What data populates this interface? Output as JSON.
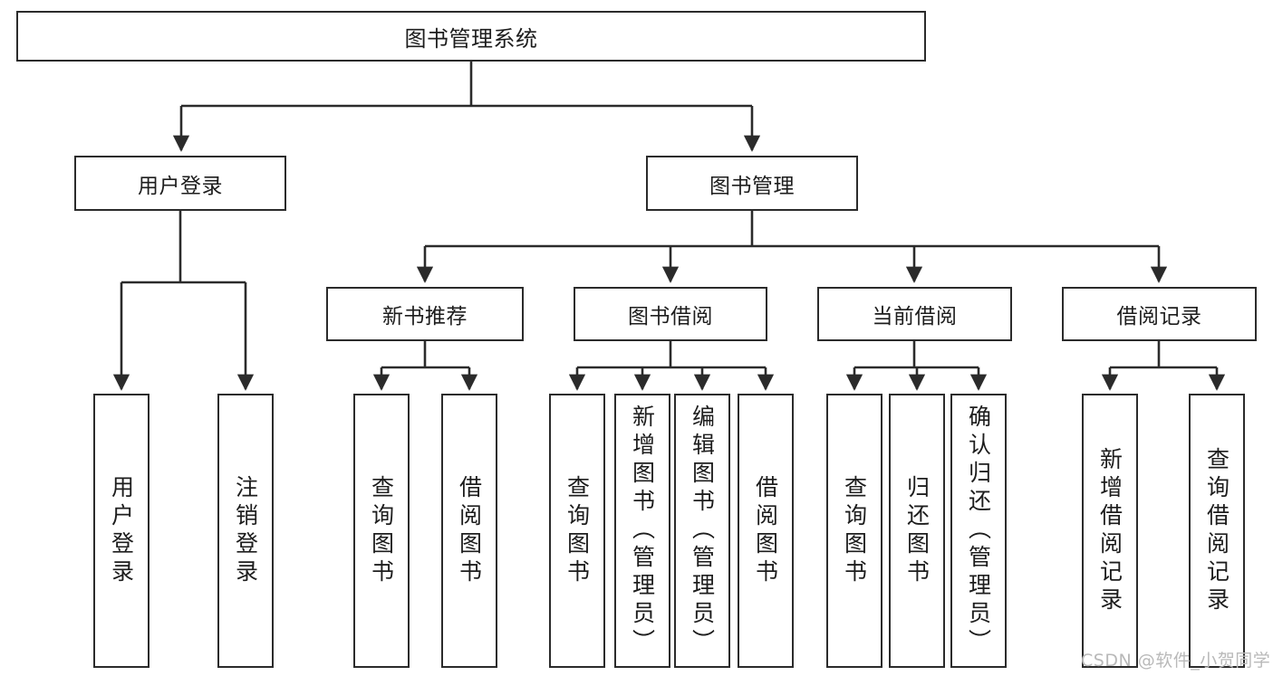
{
  "diagram": {
    "title": "图书管理系统",
    "type": "tree",
    "orientation": "top-down",
    "colors": {
      "box_border": "#2b2b2b",
      "box_fill": "#ffffff",
      "connector": "#2b2b2b",
      "text": "#1d1d1d",
      "watermark": "#b9b9b9",
      "background": "#ffffff"
    },
    "root": {
      "label": "图书管理系统"
    },
    "level2": [
      {
        "id": "user-login",
        "label": "用户登录"
      },
      {
        "id": "book-manage",
        "label": "图书管理"
      }
    ],
    "level3": [
      {
        "id": "new-book-recommend",
        "label": "新书推荐",
        "parent": "book-manage"
      },
      {
        "id": "book-borrow",
        "label": "图书借阅",
        "parent": "book-manage"
      },
      {
        "id": "current-borrow",
        "label": "当前借阅",
        "parent": "book-manage"
      },
      {
        "id": "borrow-record",
        "label": "借阅记录",
        "parent": "book-manage"
      }
    ],
    "leaves": [
      {
        "id": "leaf-user-login",
        "label": "用户登录",
        "parent": "user-login"
      },
      {
        "id": "leaf-user-logout",
        "label": "注销登录",
        "parent": "user-login"
      },
      {
        "id": "leaf-query-book-1",
        "label": "查询图书",
        "parent": "new-book-recommend"
      },
      {
        "id": "leaf-borrow-book-1",
        "label": "借阅图书",
        "parent": "new-book-recommend"
      },
      {
        "id": "leaf-query-book-2",
        "label": "查询图书",
        "parent": "book-borrow"
      },
      {
        "id": "leaf-add-book",
        "label": "新增图书（管理员）",
        "parent": "book-borrow"
      },
      {
        "id": "leaf-edit-book",
        "label": "编辑图书（管理员）",
        "parent": "book-borrow"
      },
      {
        "id": "leaf-borrow-book-2",
        "label": "借阅图书",
        "parent": "book-borrow"
      },
      {
        "id": "leaf-query-book-3",
        "label": "查询图书",
        "parent": "current-borrow"
      },
      {
        "id": "leaf-return-book",
        "label": "归还图书",
        "parent": "current-borrow"
      },
      {
        "id": "leaf-confirm-return",
        "label": "确认归还（管理员）",
        "parent": "current-borrow"
      },
      {
        "id": "leaf-add-record",
        "label": "新增借阅记录",
        "parent": "borrow-record"
      },
      {
        "id": "leaf-query-record",
        "label": "查询借阅记录",
        "parent": "borrow-record"
      }
    ],
    "watermark": "CSDN @软件_小贺同学"
  }
}
